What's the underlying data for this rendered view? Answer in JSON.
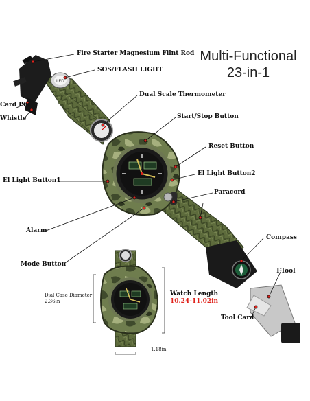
{
  "headline": {
    "line1": "Multi-Functional",
    "line2": "23-in-1"
  },
  "labels": {
    "fire_starter": "Fire Starter Magnesium Filnt Rod",
    "sos": "SOS/FLASH LIGHT",
    "card_pin": "Card Pin",
    "whistle": "Whistle",
    "thermometer": "Dual Scale Thermometer",
    "start_stop": "Start/Stop Button",
    "reset": "Reset Button",
    "el_light_1": "El Light Button1",
    "el_light_2": "El Light Button2",
    "paracord": "Paracord",
    "alarm": "Alarm",
    "mode": "Mode Button",
    "compass": "Compass",
    "t_tool": "T-Tool",
    "tool_card": "Tool Card"
  },
  "specs": {
    "case_diameter_label": "Dial Case Diameter",
    "case_diameter_value": "2.36in",
    "watch_length_label": "Watch Length",
    "watch_length_value": "10.24-11.02in",
    "strap_width_value": "1.18in"
  },
  "colors": {
    "accent": "#e0241d",
    "camo_dark": "#3f4a2c",
    "camo_light": "#8a9a63",
    "paracord": "#5d6b3c"
  }
}
